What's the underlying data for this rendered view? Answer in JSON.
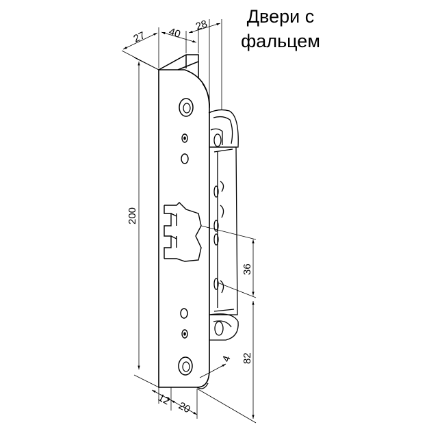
{
  "caption": {
    "line1": "Двери с",
    "line2": "фальцем"
  },
  "dimensions": {
    "d27": "27",
    "d40": "40",
    "d28": "28",
    "d200": "200",
    "d36": "36",
    "d82": "82",
    "d4": "4",
    "d12": "12",
    "d20": "20"
  },
  "colors": {
    "line": "#000000",
    "background": "#ffffff"
  }
}
